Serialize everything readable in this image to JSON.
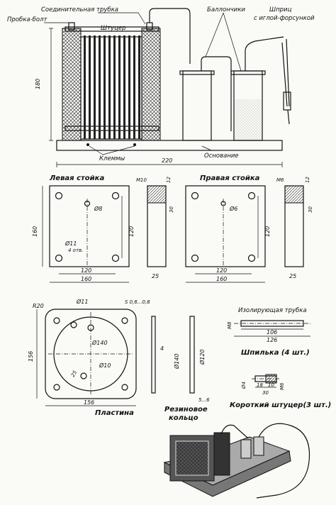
{
  "labels": {
    "connecting_tube": "Соединительная трубка",
    "plug_bolt": "Пробка-болт",
    "fitting": "Штуцер",
    "cylinders": "Баллончики",
    "syringe": "Шприц",
    "syringe_sub": "с иглой-форсункой",
    "terminals": "Клеммы",
    "base": "Основание",
    "left_post": "Левая стойка",
    "right_post": "Правая стойка",
    "plate": "Пластина",
    "rubber_ring_1": "Резиновое",
    "rubber_ring_2": "кольцо",
    "insulating_tube": "Изолирующая трубка",
    "stud": "Шпилька (4 шт.)",
    "short_fitting": "Короткий штуцер(3 шт.)"
  },
  "dims": {
    "assembly_height": "180",
    "assembly_width": "220",
    "left_thread": "M10",
    "left_d12": "12",
    "left_d30": "30",
    "left_hole": "Ø8",
    "left_holes4": "Ø11",
    "left_holes4_note": "4 отв.",
    "left_h160": "160",
    "left_h120": "120",
    "left_w120": "120",
    "left_w160": "160",
    "left_side25": "25",
    "right_thread": "M6",
    "right_d12": "12",
    "right_d30": "30",
    "right_hole": "Ø6",
    "right_h120": "120",
    "right_w120": "120",
    "right_w160": "160",
    "right_side25": "25",
    "plate_r": "R20",
    "plate_hole11": "Ø11",
    "plate_thk": "S 0,6...0,8",
    "plate_d140": "Ø140",
    "plate_hole10": "Ø10",
    "plate_25": "25",
    "plate_h156": "156",
    "plate_w156": "156",
    "plate_side4": "4",
    "ring_d140": "Ø140",
    "ring_d120": "Ø120",
    "ring_thk": "5...6",
    "stud_thread": "M8",
    "stud_106": "106",
    "stud_126": "126",
    "sf_d4": "Ø4",
    "sf_m6": "M6",
    "sf_18": "18",
    "sf_10": "10",
    "sf_30": "30"
  }
}
